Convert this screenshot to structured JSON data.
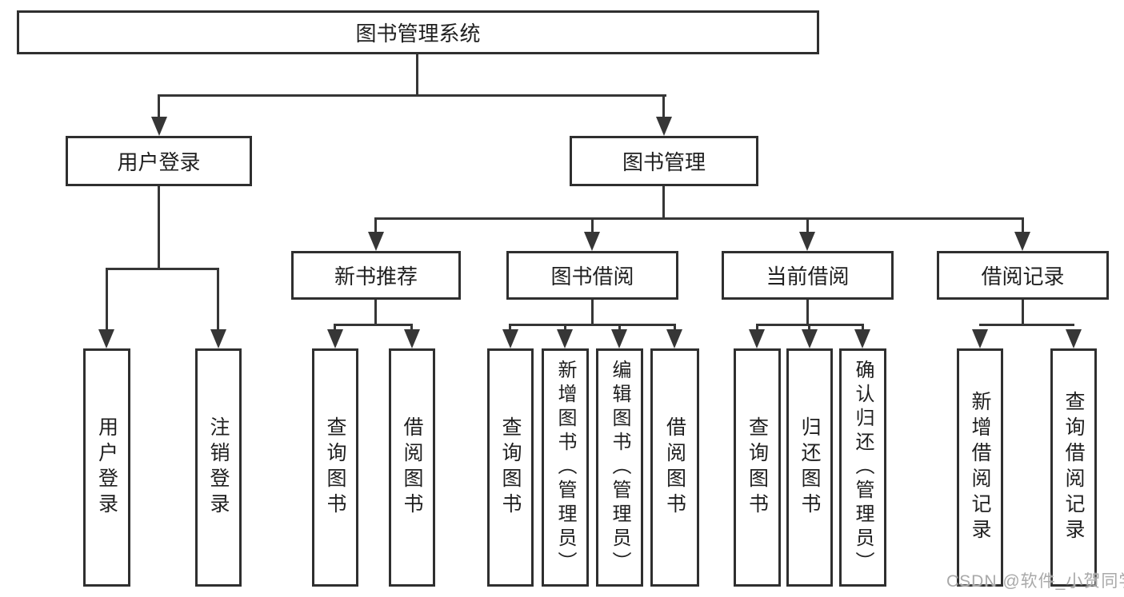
{
  "tree": {
    "root": {
      "label": "图书管理系统"
    },
    "branches": [
      {
        "label": "用户登录",
        "children": [
          {
            "label": "用户登录"
          },
          {
            "label": "注销登录"
          }
        ]
      },
      {
        "label": "图书管理",
        "children": [
          {
            "label": "新书推荐",
            "children": [
              {
                "label": "查询图书"
              },
              {
                "label": "借阅图书"
              }
            ]
          },
          {
            "label": "图书借阅",
            "children": [
              {
                "label": "查询图书"
              },
              {
                "label": "新增图书（管理员）"
              },
              {
                "label": "编辑图书（管理员）"
              },
              {
                "label": "借阅图书"
              }
            ]
          },
          {
            "label": "当前借阅",
            "children": [
              {
                "label": "查询图书"
              },
              {
                "label": "归还图书"
              },
              {
                "label": "确认归还（管理员）"
              }
            ]
          },
          {
            "label": "借阅记录",
            "children": [
              {
                "label": "新增借阅记录"
              },
              {
                "label": "查询借阅记录"
              }
            ]
          }
        ]
      }
    ]
  },
  "watermark": {
    "text": "CSDN @软件_小贺同学"
  },
  "colors": {
    "line": "#363636",
    "box_border": "#2f2f2f",
    "text": "#1f1f1f",
    "background": "#ffffff",
    "watermark": "#a9a9a9"
  }
}
